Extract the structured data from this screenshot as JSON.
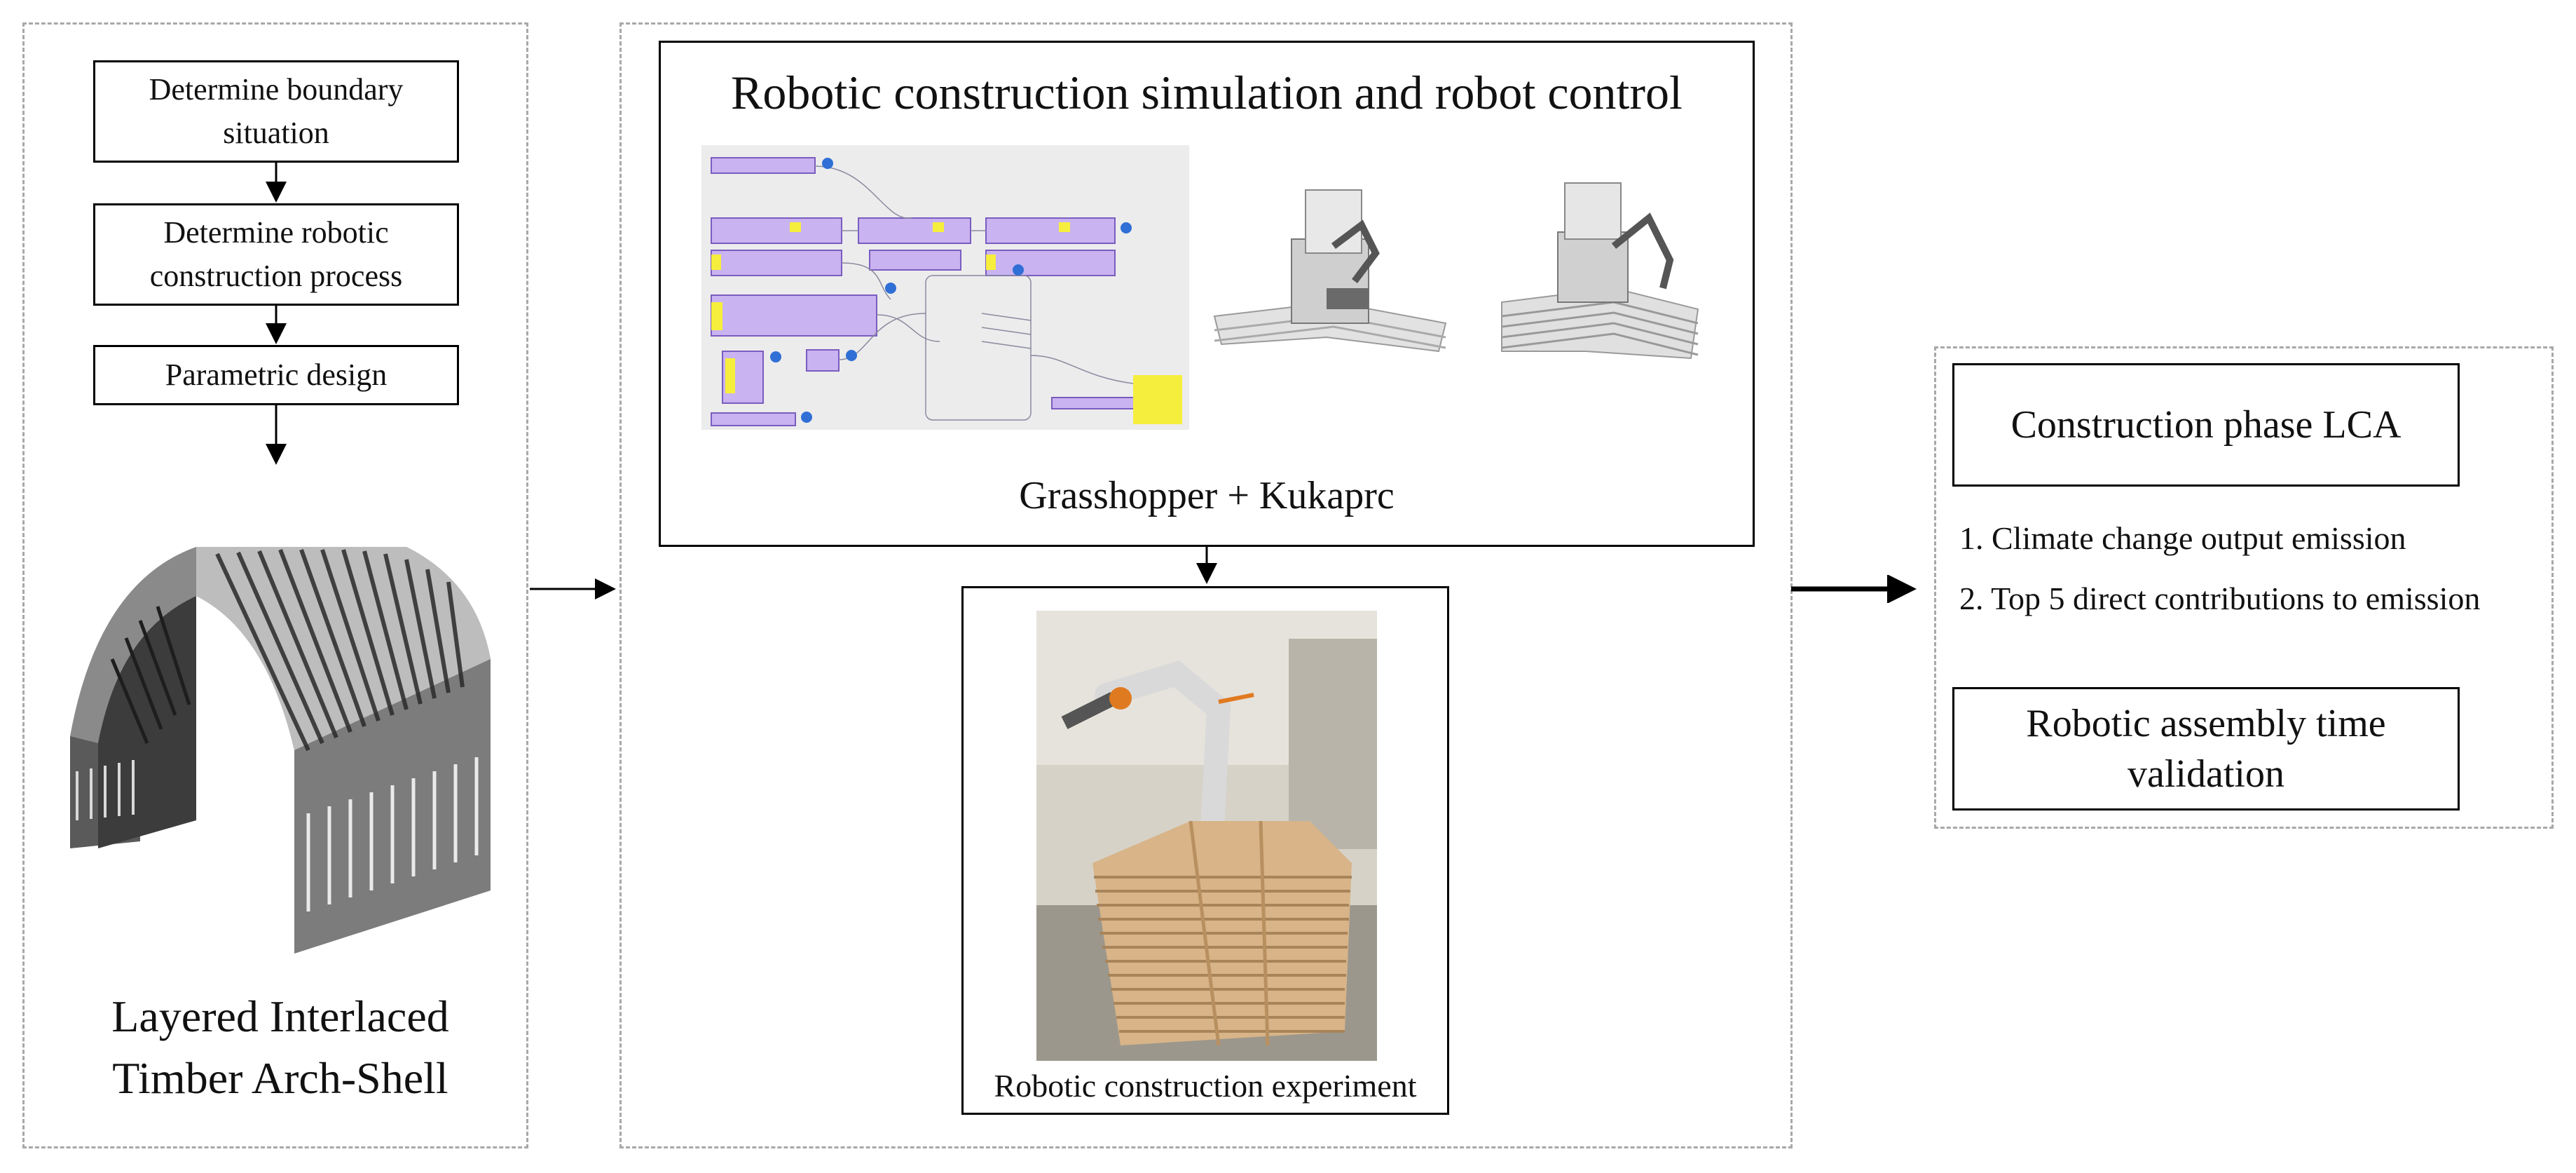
{
  "left_panel": {
    "steps": [
      {
        "label": "Determine boundary situation"
      },
      {
        "label": "Determine robotic construction process"
      },
      {
        "label": "Parametric design"
      }
    ],
    "caption_line1": "Layered Interlaced",
    "caption_line2": "Timber Arch-Shell",
    "image_icon": "timber-arch-shell-render"
  },
  "middle_panel": {
    "title": "Robotic construction simulation and robot control",
    "software_caption": "Grasshopper + Kukaprc",
    "experiment_caption": "Robotic construction experiment",
    "images": [
      "grasshopper-definition-screenshot",
      "robot-simulation-render",
      "robot-experiment-photo"
    ]
  },
  "right_panel": {
    "lca_title": "Construction phase LCA",
    "items": [
      "1. Climate change output emission",
      "2. Top 5 direct contributions to emission"
    ],
    "validation_title": "Robotic assembly time validation"
  },
  "colors": {
    "dash_border": "#a8a8a8",
    "node_purple": "#c9b3f0",
    "node_yellow": "#f6ee3c",
    "badge_blue": "#2f6fd6"
  }
}
